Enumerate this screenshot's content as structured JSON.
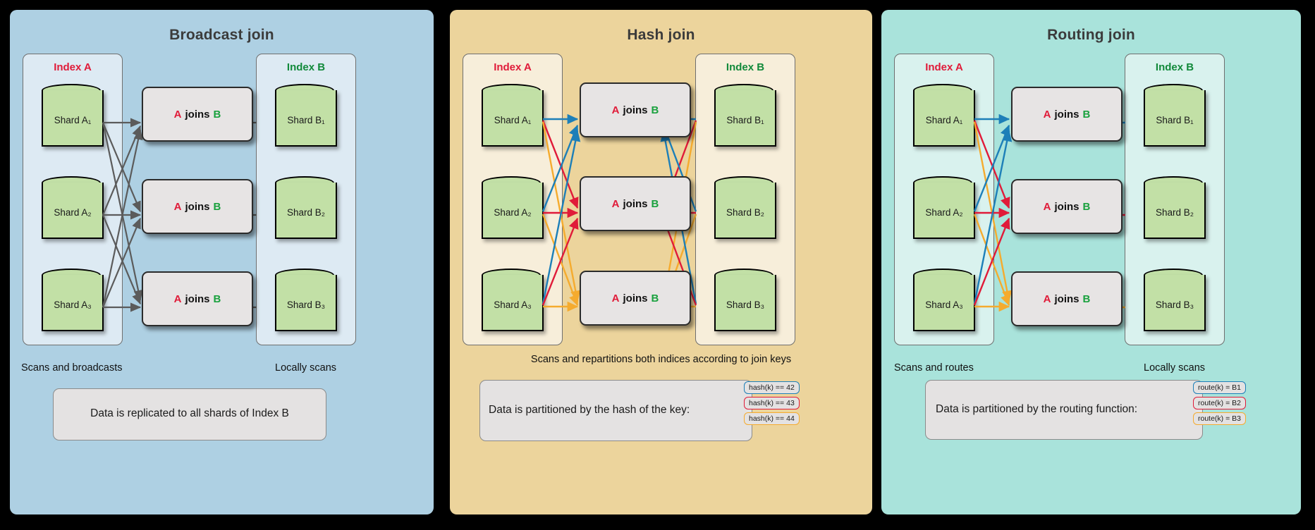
{
  "colors": {
    "panel_broadcast_bg": "#aed0e3",
    "panel_hash_bg": "#ecd49c",
    "panel_routing_bg": "#a9e3db",
    "index_a_text": "#e01b39",
    "index_b_text": "#128a3b",
    "shard_fill": "#c2e0a6",
    "join_fill": "#e7e4e4",
    "arrow_gray": "#5b5b5b",
    "arrow_blue": "#1d7fb8",
    "arrow_red": "#e01b39",
    "arrow_orange": "#f5ab2e"
  },
  "panels": [
    {
      "id": "broadcast",
      "title": "Broadcast join",
      "index_a_label": "Index A",
      "index_b_label": "Index B",
      "shards_a": [
        "Shard A₁",
        "Shard A₂",
        "Shard A₃"
      ],
      "shards_b": [
        "Shard B₁",
        "Shard B₂",
        "Shard B₃"
      ],
      "join_boxes": [
        {
          "a": "A",
          "verb": "joins",
          "b": "B"
        },
        {
          "a": "A",
          "verb": "joins",
          "b": "B"
        },
        {
          "a": "A",
          "verb": "joins",
          "b": "B"
        }
      ],
      "caption_left": "Scans and broadcasts",
      "caption_right": "Locally scans",
      "note_text": "Data is replicated to all shards of Index B",
      "chips": []
    },
    {
      "id": "hash",
      "title": "Hash join",
      "index_a_label": "Index A",
      "index_b_label": "Index B",
      "shards_a": [
        "Shard A₁",
        "Shard A₂",
        "Shard A₃"
      ],
      "shards_b": [
        "Shard B₁",
        "Shard B₂",
        "Shard B₃"
      ],
      "join_boxes": [
        {
          "a": "A",
          "verb": "joins",
          "b": "B"
        },
        {
          "a": "A",
          "verb": "joins",
          "b": "B"
        },
        {
          "a": "A",
          "verb": "joins",
          "b": "B"
        }
      ],
      "caption_left": "Scans and repartitions both indices according to join keys",
      "caption_right": "",
      "note_text": "Data is partitioned by the hash of the key:",
      "chips": [
        {
          "label": "hash(k) == 42",
          "color": "c-blue"
        },
        {
          "label": "hash(k) == 43",
          "color": "c-red"
        },
        {
          "label": "hash(k) == 44",
          "color": "c-orange"
        }
      ]
    },
    {
      "id": "routing",
      "title": "Routing join",
      "index_a_label": "Index A",
      "index_b_label": "Index B",
      "shards_a": [
        "Shard A₁",
        "Shard A₂",
        "Shard A₃"
      ],
      "shards_b": [
        "Shard B₁",
        "Shard B₂",
        "Shard B₃"
      ],
      "join_boxes": [
        {
          "a": "A",
          "verb": "joins",
          "b": "B"
        },
        {
          "a": "A",
          "verb": "joins",
          "b": "B"
        },
        {
          "a": "A",
          "verb": "joins",
          "b": "B"
        }
      ],
      "caption_left": "Scans and routes",
      "caption_right": "Locally scans",
      "note_text": "Data is partitioned by the routing function:",
      "chips": [
        {
          "label": "route(k) = B1",
          "color": "c-blue"
        },
        {
          "label": "route(k) = B2",
          "color": "c-red"
        },
        {
          "label": "route(k) = B3",
          "color": "c-orange"
        }
      ]
    }
  ]
}
